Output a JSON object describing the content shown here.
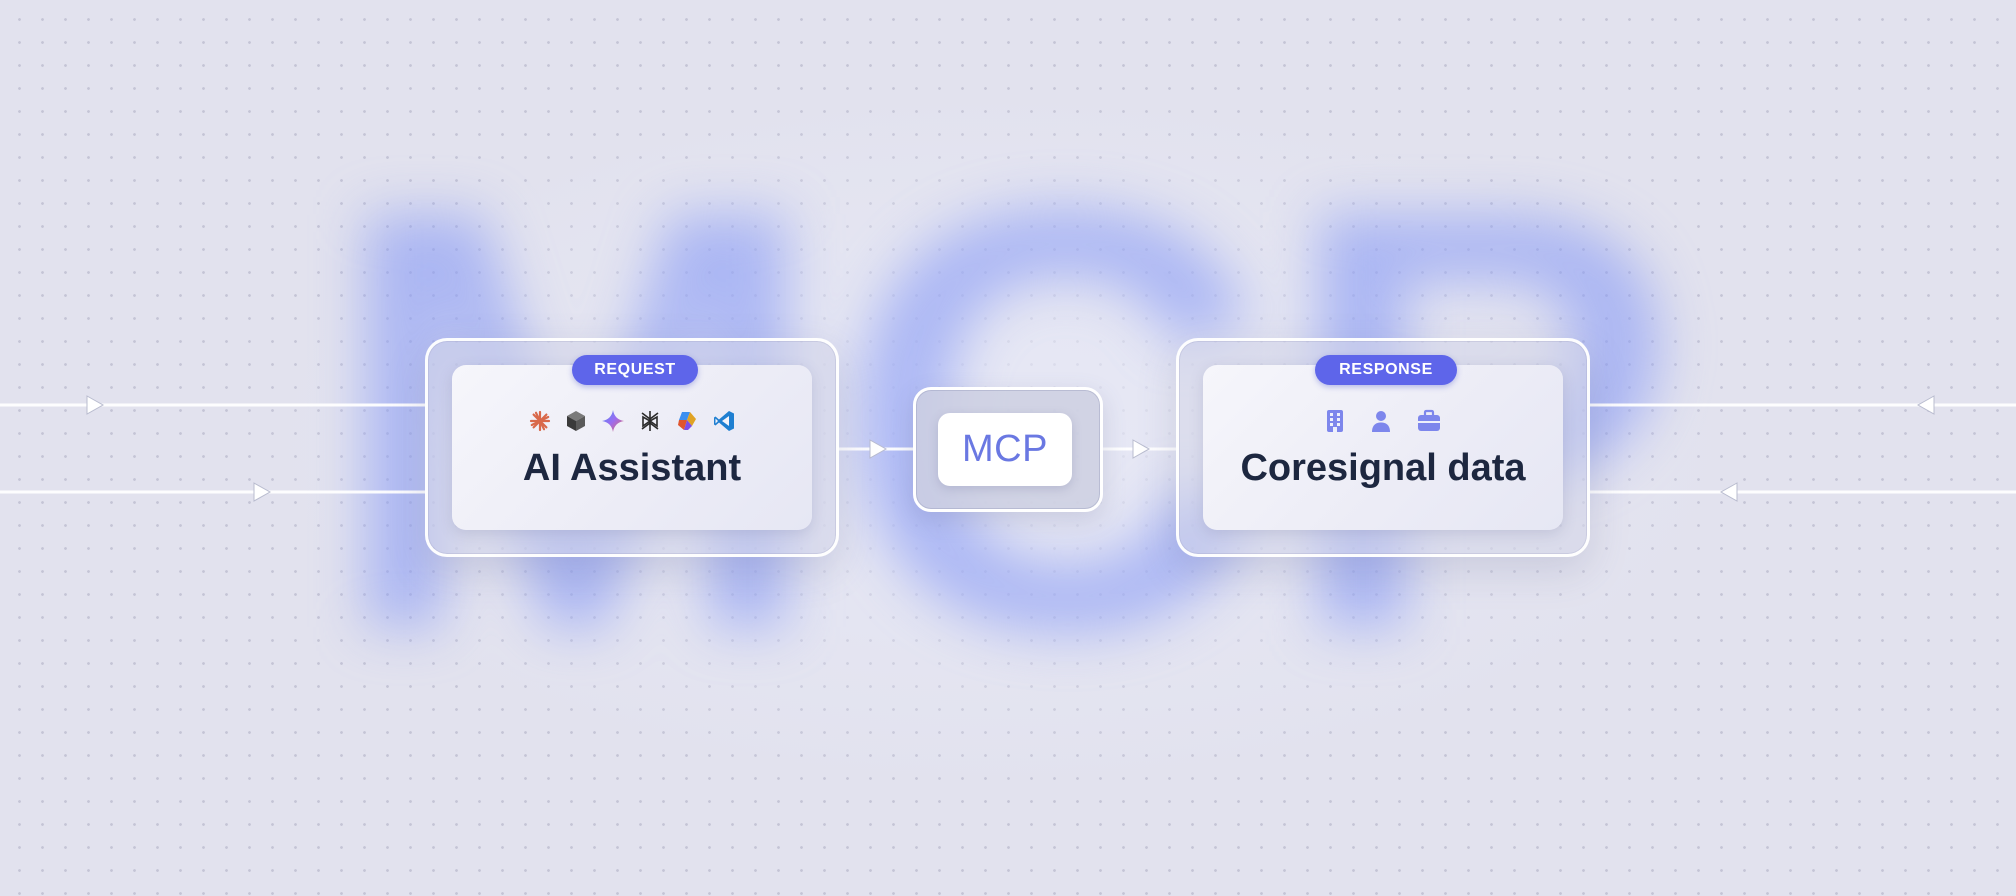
{
  "watermark": "MCP",
  "request": {
    "tag": "REQUEST",
    "title": "AI Assistant",
    "icons": [
      "claude-icon",
      "cube-icon",
      "gemini-sparkle-icon",
      "perplexity-icon",
      "copilot-icon",
      "vscode-icon"
    ]
  },
  "mcp": {
    "label": "MCP"
  },
  "response": {
    "tag": "RESPONSE",
    "title": "Coresignal data",
    "icons": [
      "building-icon",
      "person-icon",
      "briefcase-icon"
    ]
  },
  "colors": {
    "accent": "#5e65ea",
    "title_text": "#1d2740",
    "mcp_text": "#6a78e2",
    "background": "#e2e2ee"
  }
}
